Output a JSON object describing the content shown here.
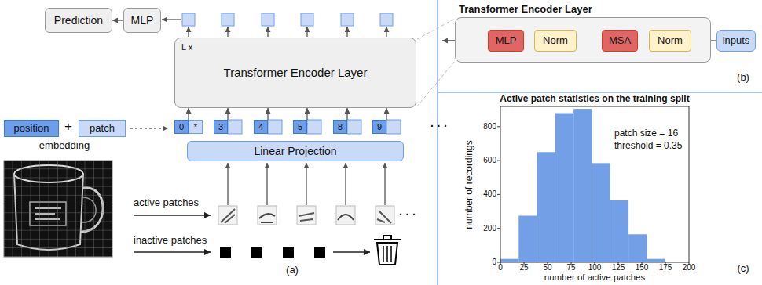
{
  "diagram": {
    "nodes": [
      {
        "text": [
          "Prediction"
        ]
      },
      {
        "text": [
          "MLP"
        ]
      },
      {
        "text": [
          "L x",
          "Transformer Encoder Layer"
        ]
      },
      {
        "text": [
          "0"
        ]
      },
      {
        "text": [
          "*"
        ]
      },
      {
        "text": [
          "3"
        ]
      },
      {
        "text": [
          "4"
        ]
      },
      {
        "text": [
          "5"
        ]
      },
      {
        "text": [
          "8"
        ]
      },
      {
        "text": [
          "9"
        ]
      },
      {
        "text": [
          "Linear Projection"
        ]
      },
      {
        "text": [
          "position"
        ]
      },
      {
        "text": [
          "patch"
        ]
      },
      {
        "text": [
          "Transformer Encoder Layer"
        ]
      },
      {
        "text": [
          "MLP"
        ],
        "in": 13
      },
      {
        "text": [
          "Norm"
        ],
        "in": 13
      },
      {
        "text": [
          "MSA"
        ],
        "in": 13
      },
      {
        "text": [
          "Norm"
        ],
        "in": 13
      },
      {
        "text": [
          "inputs"
        ]
      }
    ],
    "edges": [
      {
        "from": 1,
        "to": 0,
        "arrow": "to"
      },
      {
        "from": 3,
        "to": 2,
        "arrow": "to"
      },
      {
        "from": 5,
        "to": 2,
        "arrow": "to"
      },
      {
        "from": 6,
        "to": 2,
        "arrow": "to"
      },
      {
        "from": 7,
        "to": 2,
        "arrow": "to"
      },
      {
        "from": 8,
        "to": 2,
        "arrow": "to"
      },
      {
        "from": 9,
        "to": 2,
        "arrow": "to"
      },
      {
        "from": 18,
        "to": 17,
        "arrow": "to"
      },
      {
        "from": 17,
        "to": 16,
        "arrow": "to"
      },
      {
        "from": 15,
        "to": 14,
        "arrow": "to"
      }
    ],
    "labels": [
      "+",
      "embedding",
      "· · ·",
      "active patches",
      "· · ·",
      "inactive patches",
      "(a)",
      "(b)",
      "Active patch statistics on the training split",
      "patch size = 16",
      "threshold = 0.35",
      "number of recordings",
      "number of active patches",
      "0",
      "25",
      "50",
      "75",
      "100",
      "125",
      "150",
      "175",
      "200",
      "0",
      "200",
      "400",
      "600",
      "800",
      "(c)"
    ]
  }
}
